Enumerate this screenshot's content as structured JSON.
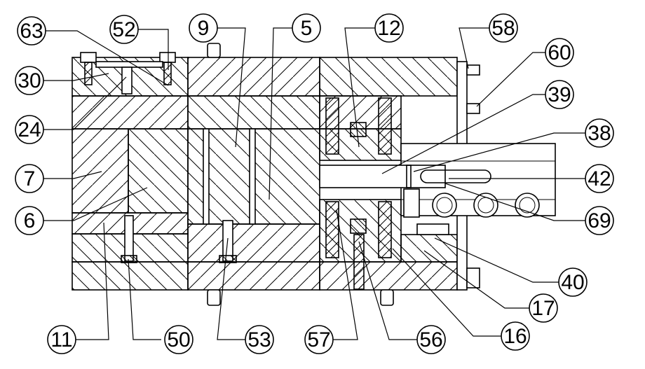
{
  "labels": [
    "63",
    "52",
    "9",
    "5",
    "12",
    "58",
    "60",
    "30",
    "39",
    "24",
    "38",
    "7",
    "42",
    "6",
    "69",
    "40",
    "17",
    "11",
    "50",
    "53",
    "57",
    "56",
    "16"
  ],
  "colors": {
    "line": "#000000",
    "background": "#ffffff"
  }
}
